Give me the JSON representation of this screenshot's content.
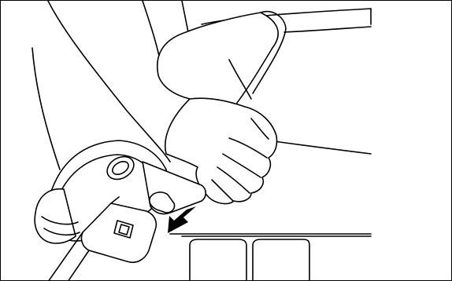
{
  "figure": {
    "type": "line-illustration",
    "subject": "seat-belt-buckle-release",
    "stroke_color": "#000000",
    "background_color": "#ffffff",
    "icons": [
      "arm",
      "hand",
      "buckle",
      "latch-plate",
      "belt-webbing",
      "seat-cushion",
      "press-arrow"
    ]
  }
}
